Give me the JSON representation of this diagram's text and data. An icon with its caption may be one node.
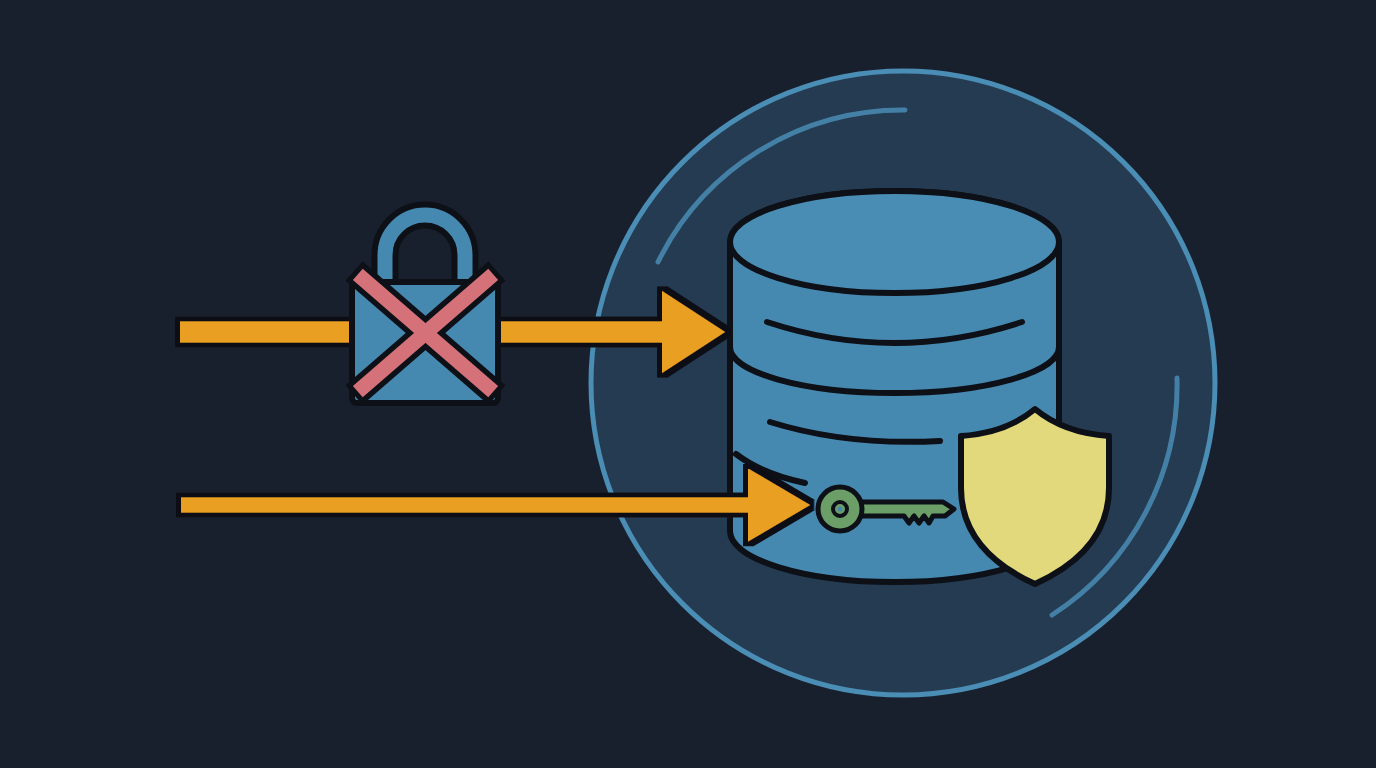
{
  "diagram": {
    "nodes": [
      {
        "text": [],
        "shape": "picture"
      },
      {
        "text": [],
        "shape": "circle"
      },
      {
        "text": [],
        "shape": "cylinder",
        "in": 1
      },
      {
        "text": [],
        "shape": "picture",
        "in": 2
      },
      {
        "text": [],
        "shape": "picture",
        "in": 1
      }
    ],
    "edges": [
      {
        "from": null,
        "to": 0,
        "arrow": "none"
      },
      {
        "from": 0,
        "to": 2,
        "arrow": "to"
      },
      {
        "from": null,
        "to": 3,
        "arrow": "to"
      }
    ]
  }
}
